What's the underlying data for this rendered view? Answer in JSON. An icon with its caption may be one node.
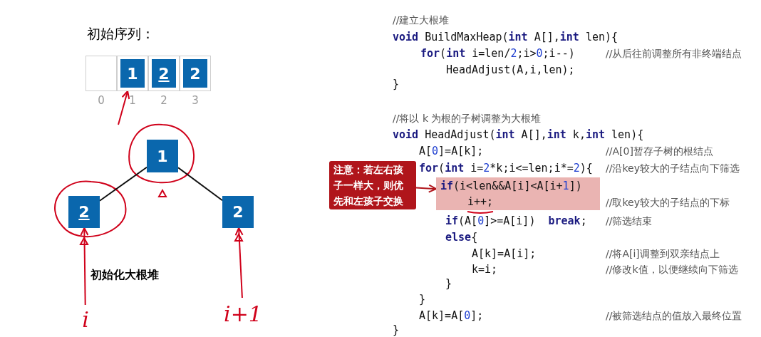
{
  "diagram": {
    "nodes": [
      {
        "text": [],
        "shape": "box",
        "beside": [
          "0"
        ]
      },
      {
        "text": [
          "1"
        ],
        "beside": [
          "1"
        ]
      },
      {
        "text": [
          "2"
        ],
        "beside": [
          "2"
        ]
      },
      {
        "text": [
          "2"
        ],
        "beside": [
          "3"
        ]
      },
      {
        "text": [
          "1"
        ]
      },
      {
        "text": [
          "2"
        ]
      },
      {
        "text": [
          "2"
        ]
      },
      {
        "text": [
          "i"
        ]
      },
      {
        "text": [
          "i+1"
        ]
      },
      {
        "text": [
          "注意：若左右孩子一样大，则优先和左孩子交换"
        ]
      },
      {
        "text": [
          "if(i<len&&A[i]<A[i+1])",
          "i++;"
        ],
        "beside": [
          "//取key较大的子结点的下标"
        ]
      }
    ],
    "edges": [
      {
        "from": null,
        "to": 1,
        "arrow": "to",
        "color": "#d0021b"
      },
      {
        "from": 4,
        "to": 5,
        "arrow": "none",
        "color": "#111111"
      },
      {
        "from": 4,
        "to": 6,
        "arrow": "none",
        "color": "#111111"
      },
      {
        "from": 7,
        "to": 5,
        "arrow": "to",
        "color": "#d0021b"
      },
      {
        "from": 8,
        "to": 6,
        "arrow": "to",
        "color": "#d0021b"
      },
      {
        "from": 9,
        "to": 10,
        "arrow": "to",
        "color": "#b0151b"
      }
    ],
    "labels": [
      "初始序列：",
      "//建立大根堆",
      "void BuildMaxHeap(int A[],int len){",
      "for(int i=len/2;i>0;i--)",
      "//从后往前调整所有非终端结点",
      "HeadAdjust(A,i,len);",
      "}",
      "//将以 k 为根的子树调整为大根堆",
      "void HeadAdjust(int A[],int k,int len){",
      "A[0]=A[k];",
      "//A[0]暂存子树的根结点",
      "for(int i=2*k;i<=len;i*=2){",
      "//沿key较大的子结点向下筛选",
      "if(A[0]>=A[i])  break;",
      "//筛选结束",
      "else{",
      "A[k]=A[i];",
      "//将A[i]调整到双亲结点上",
      "k=i;",
      "//修改k值，以便继续向下筛选",
      "}",
      "}",
      "A[k]=A[0];",
      "//被筛选结点的值放入最终位置",
      "}",
      "初始化大根堆"
    ]
  }
}
